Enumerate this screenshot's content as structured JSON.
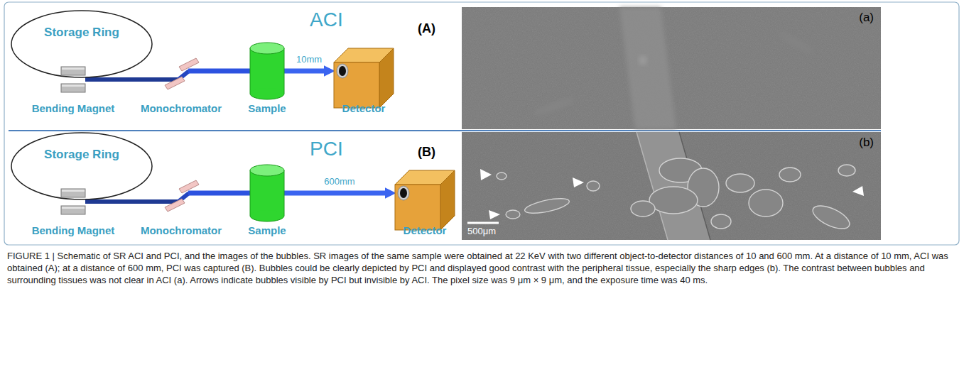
{
  "diagram": {
    "caption": "FIGURE 1 | Schematic of SR ACI and PCI, and the images of the bubbles. SR images of the same sample were obtained at 22 KeV with two different object-to-detector distances of 10 and 600 mm. At a distance of 10 mm, ACI was obtained (A); at a distance of 600 mm, PCI was captured (B). Bubbles could be clearly depicted by PCI and displayed good contrast with the peripheral tissue, especially the sharp edges (b). The contrast between bubbles and surrounding tissues was not clear in ACI (a). Arrows indicate bubbles visible by PCI but invisible by ACI. The pixel size was 9 μm × 9 μm, and the exposure time was 40 ms.",
    "nodes": [
      {
        "text": [
          "Storage Ring"
        ]
      },
      {
        "text": [
          "Bending Magnet"
        ]
      },
      {
        "text": [
          "Monochromator"
        ]
      },
      {
        "text": [
          "Sample"
        ]
      },
      {
        "text": [
          "Detector"
        ]
      },
      {
        "text": [
          "(a)"
        ]
      },
      {
        "text": [
          "Storage Ring"
        ]
      },
      {
        "text": [
          "Bending Magnet"
        ]
      },
      {
        "text": [
          "Monochromator"
        ]
      },
      {
        "text": [
          "Sample"
        ]
      },
      {
        "text": [
          "Detector"
        ]
      },
      {
        "text": [
          "(b)",
          "500μm"
        ]
      }
    ],
    "edges": [
      {
        "from": 1,
        "to": 2,
        "arrow": "none"
      },
      {
        "from": 2,
        "to": 3,
        "arrow": "none"
      },
      {
        "from": 3,
        "to": 4,
        "label": "10mm",
        "arrow": "to"
      },
      {
        "from": 7,
        "to": 8,
        "arrow": "none"
      },
      {
        "from": 8,
        "to": 9,
        "arrow": "none"
      },
      {
        "from": 9,
        "to": 10,
        "label": "600mm",
        "arrow": "to"
      }
    ],
    "labels": [
      "ACI",
      "(A)",
      "PCI",
      "(B)"
    ]
  }
}
